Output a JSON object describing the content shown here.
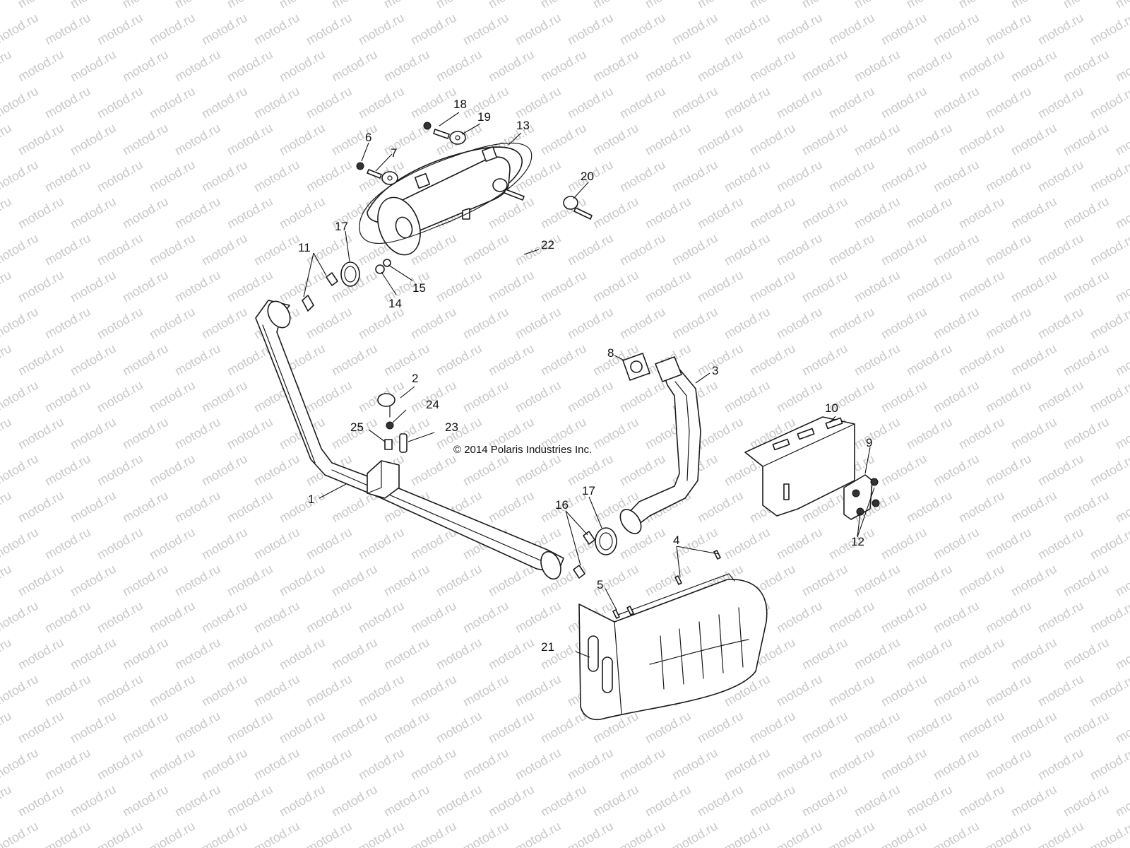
{
  "diagram": {
    "watermark_text": "motod.ru",
    "copyright": "© 2014 Polaris Industries Inc.",
    "callouts": [
      "1",
      "2",
      "3",
      "4",
      "5",
      "6",
      "7",
      "8",
      "9",
      "10",
      "11",
      "12",
      "13",
      "14",
      "15",
      "16",
      "17",
      "17",
      "18",
      "19",
      "20",
      "21",
      "22",
      "23",
      "24",
      "25"
    ]
  },
  "colors": {
    "line": "#1a1a1a",
    "watermark": "#c8c8c8",
    "background": "#ffffff"
  }
}
